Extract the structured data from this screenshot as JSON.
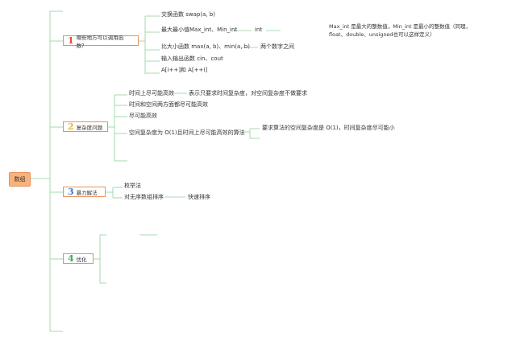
{
  "root": "数组",
  "colors": {
    "branch_line": "#8fcf98",
    "root_fill": "#f7b27e",
    "topic_border": "#e7935a",
    "num1": "#e8493b",
    "num2": "#f2b225",
    "num3": "#3f7ecb",
    "num4": "#3aa85a"
  },
  "topics": [
    {
      "num": "1",
      "label": "哪些地方可以调用函数？",
      "children": [
        {
          "text": "交换函数 swap(a, b)"
        },
        {
          "text": "最大最小值Max_int、Min_int",
          "child": "int",
          "note": "Max_int 是最大的整数值，Min_int 是最小的整数值（同理，float、double、unsigned也可以这样定义）"
        },
        {
          "text": "比大小函数 max(a, b)、min(a, b)",
          "child": "两个数字之间"
        },
        {
          "text": "输入输出函数 cin、cout"
        },
        {
          "text": "A[i++]和 A[++i]"
        }
      ]
    },
    {
      "num": "2",
      "label": "复杂度问题",
      "children": [
        {
          "text": "时间上尽可能高效",
          "child": "表示只要求时间复杂度，对空间复杂度不做要求"
        },
        {
          "text": "时间和空间两方面都尽可能高效"
        },
        {
          "text": "尽可能高效"
        },
        {
          "text": "空间复杂度为 O(1)且时间上尽可能高效的算法",
          "child": "要求算法的空间复杂度是 O(1)，时间复杂度尽可能小"
        }
      ]
    },
    {
      "num": "3",
      "label": "暴力解法",
      "children": [
        {
          "text": "枚举法"
        },
        {
          "text": "对无序数组排序",
          "child": "快速排序"
        }
      ]
    },
    {
      "num": "4",
      "label": "优化",
      "children": []
    }
  ]
}
